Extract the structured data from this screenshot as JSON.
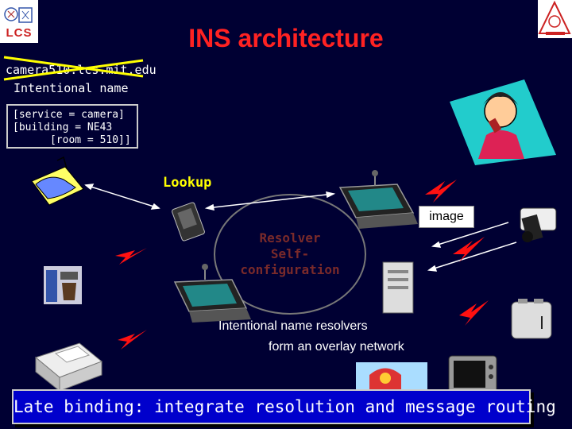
{
  "slide": {
    "title": "INS architecture",
    "domain_name": "camera510.lcs.mit.edu",
    "intentional_name_label": "Intentional name",
    "name_spec": [
      "[service = camera]",
      "[building = NE43",
      "      [room = 510]]"
    ],
    "lookup_label": "Lookup",
    "image_label": "image",
    "resolver_label_line1": "Resolver",
    "resolver_label_line2": "Self-configuration",
    "resolvers_note_line1": "Intentional name resolvers",
    "resolvers_note_line2": "form an overlay network",
    "footer": "Late binding: integrate resolution and message routing",
    "logo_left_text": "LCS"
  },
  "colors": {
    "background": "#000033",
    "title": "#ff2222",
    "lookup": "#ffff00",
    "footer_bg": "#0000cc",
    "lightning": "#ff1111"
  },
  "icons": [
    "lcs-logo",
    "lab-logo",
    "telephone-woman-icon",
    "handshake-icon",
    "pda-icon",
    "laptop-icon",
    "video-camera-icon",
    "server-tower-icon",
    "coffee-maker-icon",
    "toaster-icon",
    "printer-icon",
    "television-icon",
    "jukebox-icon",
    "lightning-icon"
  ]
}
